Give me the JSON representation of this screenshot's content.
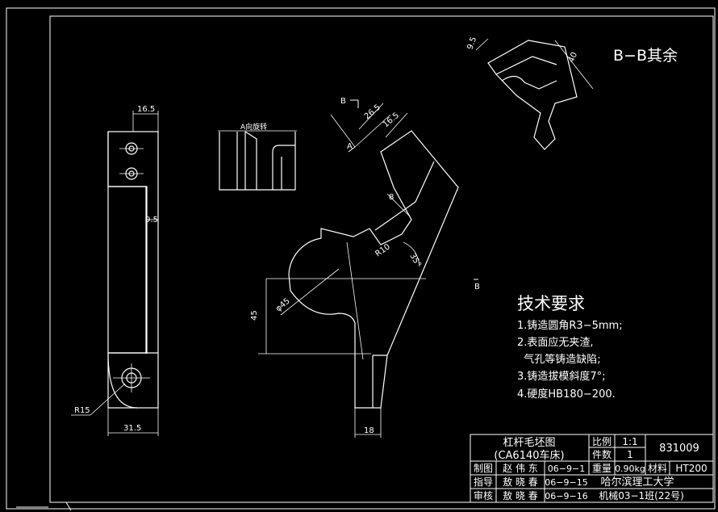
{
  "section_title": "B−B其余",
  "view_label": "A向旋转",
  "section_marks": {
    "b_top": "B",
    "a_arrow": "A",
    "b_bottom": "B"
  },
  "dimensions": {
    "d_16_5_left": "16.5",
    "d_9_5_left": "9.5",
    "d_r15": "R15",
    "d_31_5": "31.5",
    "d_26_5": "26.5",
    "d_16_5_mid": "16.5",
    "d_8": "8",
    "d_r10": "R10",
    "d_35": "35°",
    "d_phi45": "φ45",
    "d_45": "45",
    "d_18": "18",
    "d_9_5_top": "9.5",
    "d_40": "40"
  },
  "tech_requirements": {
    "heading": "技术要求",
    "items": [
      "1.铸造圆角R3−5mm;",
      "2.表面应无夹渣,",
      "  气孔等铸造缺陷;",
      "3.铸造拔模斜度7°;",
      "4.硬度HB180−200."
    ]
  },
  "title_block": {
    "part_name": "杠杆毛坯图",
    "machine": "(CA6140车床)",
    "scale_label": "比例",
    "scale_value": "1:1",
    "qty_label": "件数",
    "qty_value": "1",
    "drawing_no": "831009",
    "row1_role": "制图",
    "row1_name": "赵 伟 东",
    "row1_date": "06−9−1",
    "row2_role": "指导",
    "row2_name": "敖 晓 春",
    "row2_date": "06−9−15",
    "row3_role": "审核",
    "row3_name": "敖 晓 春",
    "row3_date": "06−9−16",
    "weight_label": "重量",
    "weight_value": "0.90kg",
    "material_label": "材料",
    "material_value": "HT200",
    "school": "哈尔滨理工大学",
    "class": "机械03−1班(22号)"
  }
}
